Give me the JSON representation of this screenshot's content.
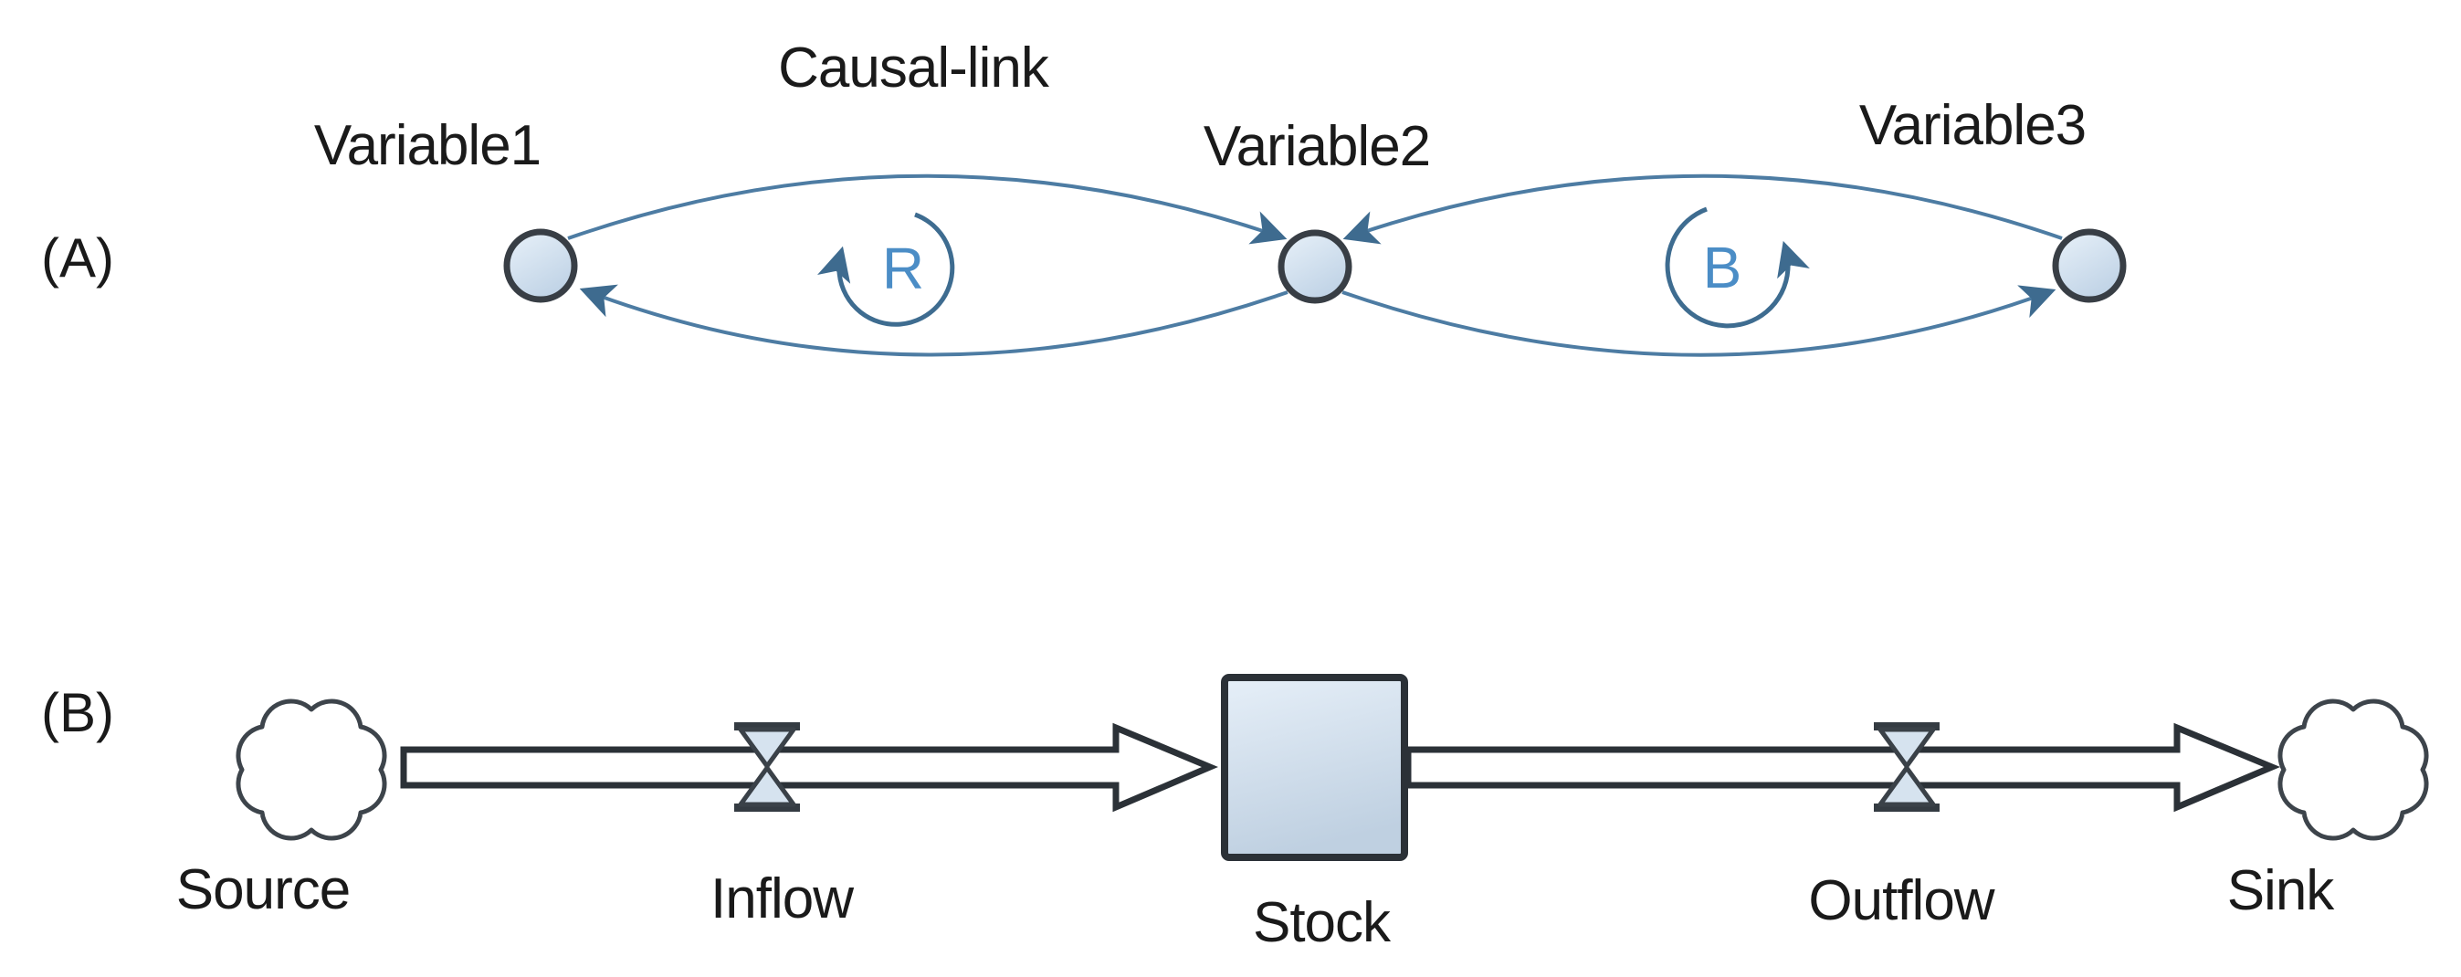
{
  "figure": {
    "panel_a": {
      "tag": "(A)",
      "causal_link_label": "Causal-link",
      "variable1": "Variable1",
      "variable2": "Variable2",
      "variable3": "Variable3",
      "reinforcing_loop_symbol": "R",
      "balancing_loop_symbol": "B"
    },
    "panel_b": {
      "tag": "(B)",
      "source_label": "Source",
      "inflow_label": "Inflow",
      "stock_label": "Stock",
      "outflow_label": "Outflow",
      "sink_label": "Sink"
    },
    "colors": {
      "link_blue": "#4d7ca3",
      "loop_blue": "#3e6c90",
      "loop_letter_blue": "#4b8dc6",
      "shape_fill_light": "#d6e3ef",
      "outline_dark": "#2b3137",
      "text_ink": "#1a1a1a"
    }
  }
}
